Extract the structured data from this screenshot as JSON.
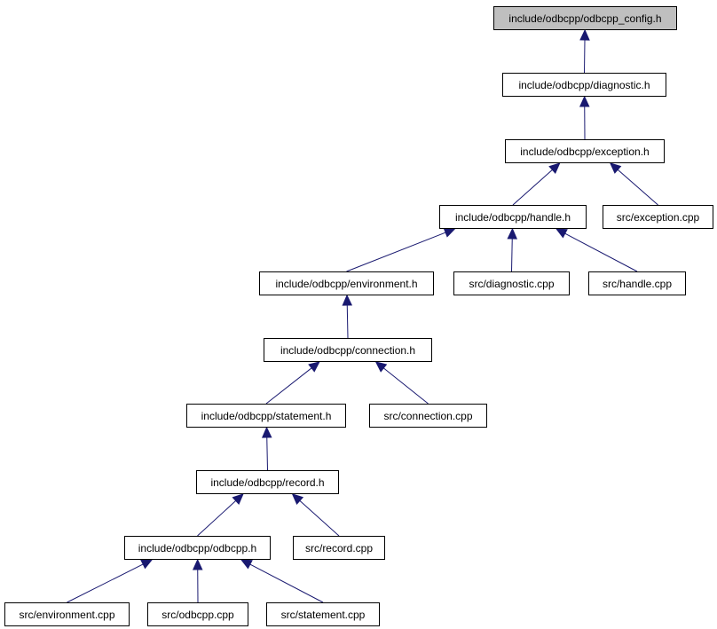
{
  "colors": {
    "edge": "#191970",
    "root_fill": "#bfbfbf",
    "node_fill": "#ffffff",
    "node_border": "#000000"
  },
  "nodes": {
    "config": "include/odbcpp/odbcpp_config.h",
    "diagnostic": "include/odbcpp/diagnostic.h",
    "exception": "include/odbcpp/exception.h",
    "handle": "include/odbcpp/handle.h",
    "exception_cpp": "src/exception.cpp",
    "environment": "include/odbcpp/environment.h",
    "diagnostic_cpp": "src/diagnostic.cpp",
    "handle_cpp": "src/handle.cpp",
    "connection": "include/odbcpp/connection.h",
    "statement": "include/odbcpp/statement.h",
    "connection_cpp": "src/connection.cpp",
    "record": "include/odbcpp/record.h",
    "odbcpp": "include/odbcpp/odbcpp.h",
    "record_cpp": "src/record.cpp",
    "environment_cpp": "src/environment.cpp",
    "odbcpp_cpp": "src/odbcpp.cpp",
    "statement_cpp": "src/statement.cpp"
  },
  "edges": [
    {
      "from": "diagnostic",
      "to": "config"
    },
    {
      "from": "exception",
      "to": "diagnostic"
    },
    {
      "from": "handle",
      "to": "exception"
    },
    {
      "from": "exception_cpp",
      "to": "exception"
    },
    {
      "from": "environment",
      "to": "handle"
    },
    {
      "from": "diagnostic_cpp",
      "to": "handle"
    },
    {
      "from": "handle_cpp",
      "to": "handle"
    },
    {
      "from": "connection",
      "to": "environment"
    },
    {
      "from": "statement",
      "to": "connection"
    },
    {
      "from": "connection_cpp",
      "to": "connection"
    },
    {
      "from": "record",
      "to": "statement"
    },
    {
      "from": "odbcpp",
      "to": "record"
    },
    {
      "from": "record_cpp",
      "to": "record"
    },
    {
      "from": "environment_cpp",
      "to": "odbcpp"
    },
    {
      "from": "odbcpp_cpp",
      "to": "odbcpp"
    },
    {
      "from": "statement_cpp",
      "to": "odbcpp"
    }
  ]
}
